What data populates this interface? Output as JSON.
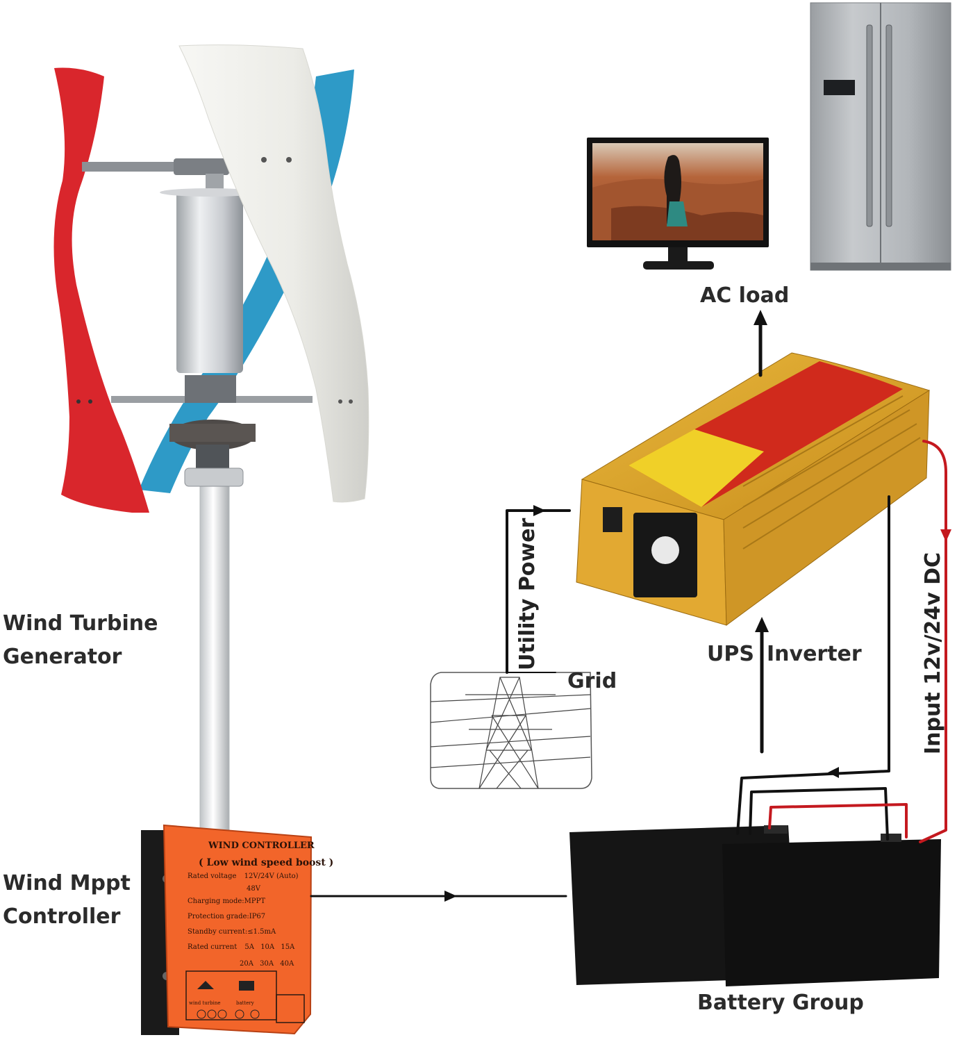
{
  "labels": {
    "wind_turbine": [
      "Wind Turbine",
      "Generator"
    ],
    "mppt_controller": [
      "Wind Mppt",
      "Controller"
    ],
    "ac_load": "AC load",
    "utility_power": "Utility Power",
    "grid": "Grid",
    "ups": "UPS",
    "inverter": "Inverter",
    "input_dc": "Input 12v/24v DC",
    "battery_group": "Battery Group"
  },
  "controller_panel": {
    "title": "WIND CONTROLLER",
    "subtitle": "( Low wind speed boost )",
    "rated_voltage": "Rated voltage",
    "voltage_option_1": "12V/24V (Auto)",
    "voltage_option_2": "48V",
    "charging_mode": "Charging mode:MPPT",
    "protection_grade": "Protection grade:IP67",
    "standby_current": "Standby current:≤1.5mA",
    "rated_current": "Rated current",
    "current_options": [
      "5A",
      "10A",
      "15A",
      "20A",
      "30A",
      "40A"
    ],
    "terminal_turbine": "wind turbine",
    "terminal_battery": "battery"
  },
  "colors": {
    "turbine_red": "#d9262c",
    "turbine_blue": "#2e9ac7",
    "inverter_gold": "#d9a12a",
    "controller_orange": "#f2652a",
    "battery_black": "#151515",
    "dc_wire_red": "#c4191f",
    "wire_black": "#111111"
  }
}
